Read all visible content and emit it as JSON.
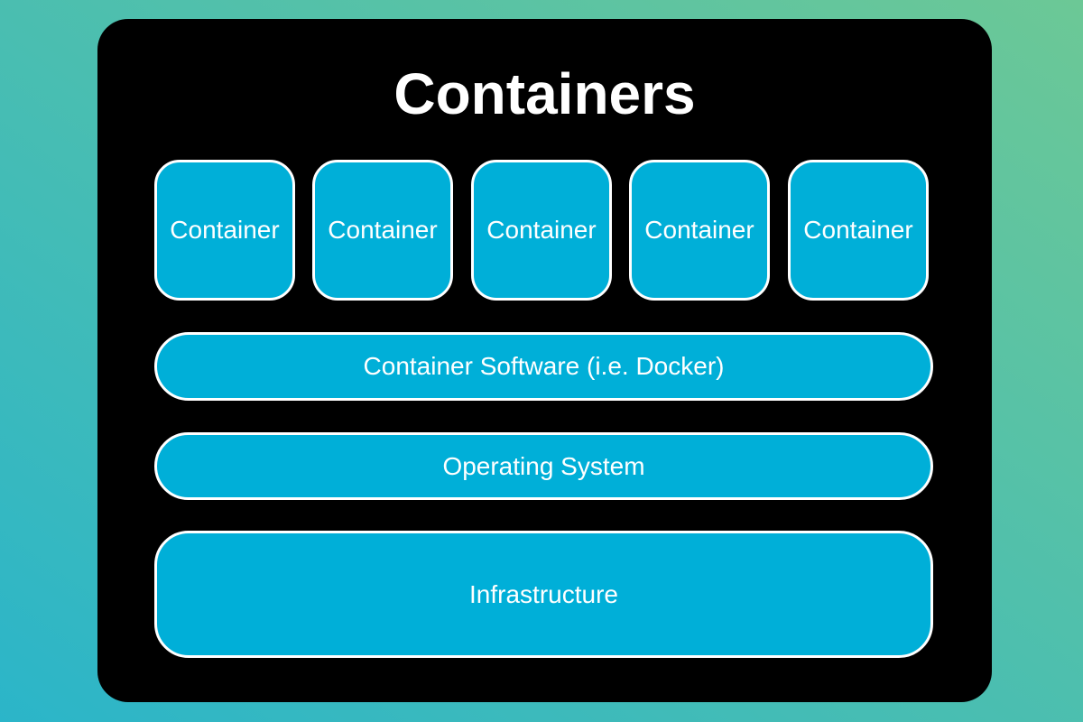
{
  "colors": {
    "background_gradient_start": "#2bb5c9",
    "background_gradient_end": "#6cc896",
    "panel": "#000000",
    "box_fill": "#00afd8",
    "box_border": "#ffffff",
    "text": "#ffffff"
  },
  "diagram": {
    "title": "Containers",
    "containers": [
      {
        "label": "Container"
      },
      {
        "label": "Container"
      },
      {
        "label": "Container"
      },
      {
        "label": "Container"
      },
      {
        "label": "Container"
      }
    ],
    "layers": {
      "container_software": "Container Software (i.e. Docker)",
      "operating_system": "Operating System",
      "infrastructure": "Infrastructure"
    }
  }
}
